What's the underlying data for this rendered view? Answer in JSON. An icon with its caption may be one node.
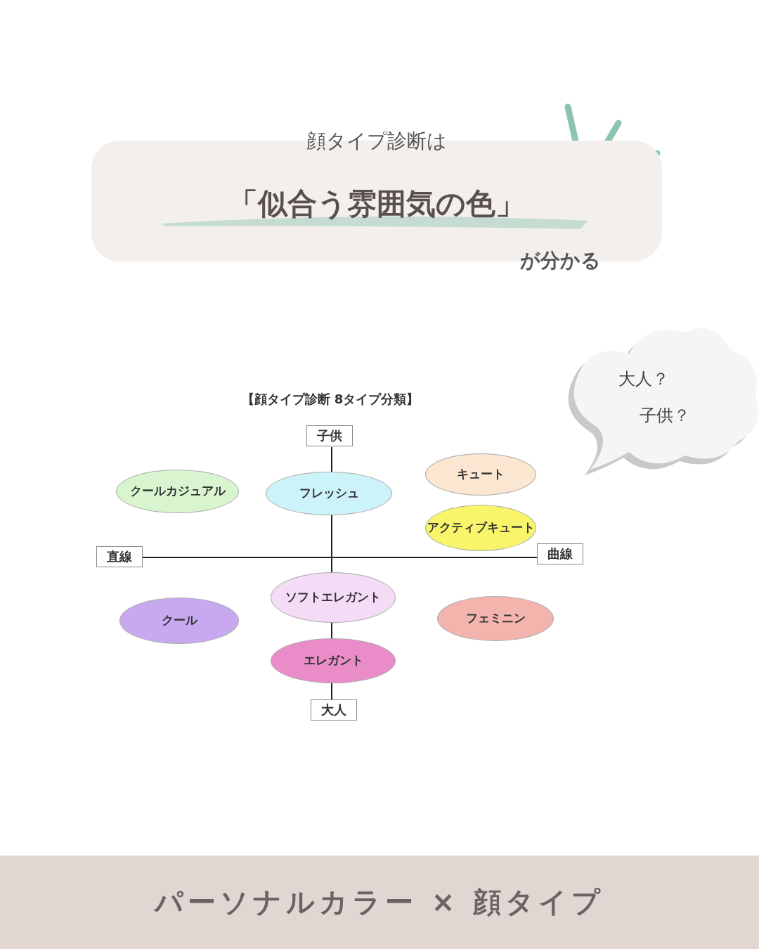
{
  "diagram": {
    "nodes": [
      {
        "text": [
          "顔タイプ診断は",
          "「似合う雰囲気の色」",
          "が分かる"
        ]
      },
      {
        "text": [
          "大人？",
          "子供？"
        ]
      },
      {
        "text": [
          "子供"
        ]
      },
      {
        "text": [
          "クールカジュアル"
        ]
      },
      {
        "text": [
          "フレッシュ"
        ]
      },
      {
        "text": [
          "キュート"
        ]
      },
      {
        "text": [
          "アクティブキュート"
        ]
      },
      {
        "text": [
          "直線"
        ]
      },
      {
        "text": [
          "曲線"
        ]
      },
      {
        "text": [
          "ソフトエレガント"
        ]
      },
      {
        "text": [
          "クール"
        ]
      },
      {
        "text": [
          "フェミニン"
        ]
      },
      {
        "text": [
          "エレガント"
        ]
      },
      {
        "text": [
          "大人"
        ]
      },
      {
        "text": [
          "パーソナルカラー × 顔タイプ"
        ]
      }
    ],
    "edges": [],
    "labels": [
      "【顔タイプ診断 8タイプ分類】"
    ]
  }
}
